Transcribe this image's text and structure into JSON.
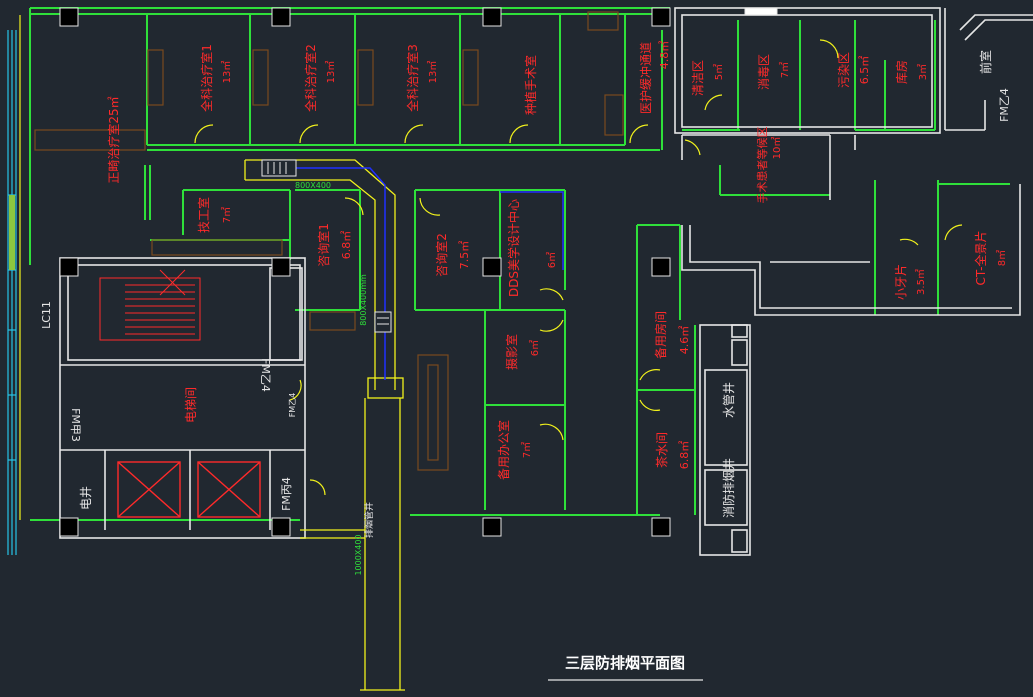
{
  "drawing": {
    "title": "三层防排烟平面图"
  },
  "colors": {
    "background": "#212830",
    "wall_green": "#2fe03a",
    "wall_white": "#e6e6e6",
    "label_red": "#ff2a2a",
    "duct_yellow": "#f2f21c",
    "duct_blue": "#2030ff",
    "window_cyan": "#27c3e6",
    "furniture_brown": "#7a4a1e",
    "column_black": "#000000"
  },
  "rooms": {
    "zhengji_zhiliao": "正畸治疗室25㎡",
    "quanke_1": "全科治疗室1",
    "quanke_1_area": "13㎡",
    "quanke_2": "全科治疗室2",
    "quanke_2_area": "13㎡",
    "quanke_3": "全科治疗室3",
    "quanke_3_area": "13㎡",
    "zhongzhi_shoushu": "种植手术室",
    "yihu_huanchong": "医护缓冲通道",
    "yihu_huanchong_area": "4.8㎡",
    "qingjie_qu": "清洁区",
    "qingjie_qu_area": "5㎡",
    "xiaodu_qu": "消毒区",
    "xiaodu_qu_area": "7㎡",
    "wuran_qu": "污染区",
    "wuran_qu_area": "6.5㎡",
    "ku_fang": "库房",
    "ku_fang_area": "3㎡",
    "shoushu_denghou": "手术患者等候区",
    "shoushu_denghou_area": "10㎡",
    "jigong_shi": "技工室",
    "jigong_shi_area": "7㎡",
    "zixun_1": "咨询室1",
    "zixun_1_area": "6.8㎡",
    "zixun_2": "咨询室2",
    "zixun_2_area": "7.5㎡",
    "dds_center": "DDS美学设计中心",
    "dds_center_area": "6㎡",
    "sheying_shi": "摄影室",
    "sheying_shi_area": "6㎡",
    "beiyong_bangong": "备用办公室",
    "beiyong_bangong_area": "7㎡",
    "beiyong_fang": "备用房间",
    "beiyong_fang_area": "4.6㎡",
    "chashui_jian": "茶水间",
    "chashui_jian_area": "6.8㎡",
    "xiaoyapian": "小牙片",
    "xiaoyapian_area": "3.5㎡",
    "ct_quanjing": "CT-全景片",
    "ct_quanjing_area": "8㎡",
    "dianti_jian": "电梯间",
    "dian_jing": "电井",
    "shuiguan_jing": "水管井",
    "paiyan_jing": "消防排烟井",
    "shaft_label": "排烟管井",
    "qian_shi": "前室"
  },
  "doors": {
    "fm_jia_3": "FM甲3",
    "fm_yi_4": "FM乙4",
    "fm_yi_4b": "FM乙4",
    "fm_bing_4": "FM丙4",
    "fm_yi_4c": "FM乙4",
    "lc11": "LC11"
  },
  "ducts": {
    "d1": "800X400",
    "d2": "800X400mm",
    "d3": "1000X400"
  }
}
